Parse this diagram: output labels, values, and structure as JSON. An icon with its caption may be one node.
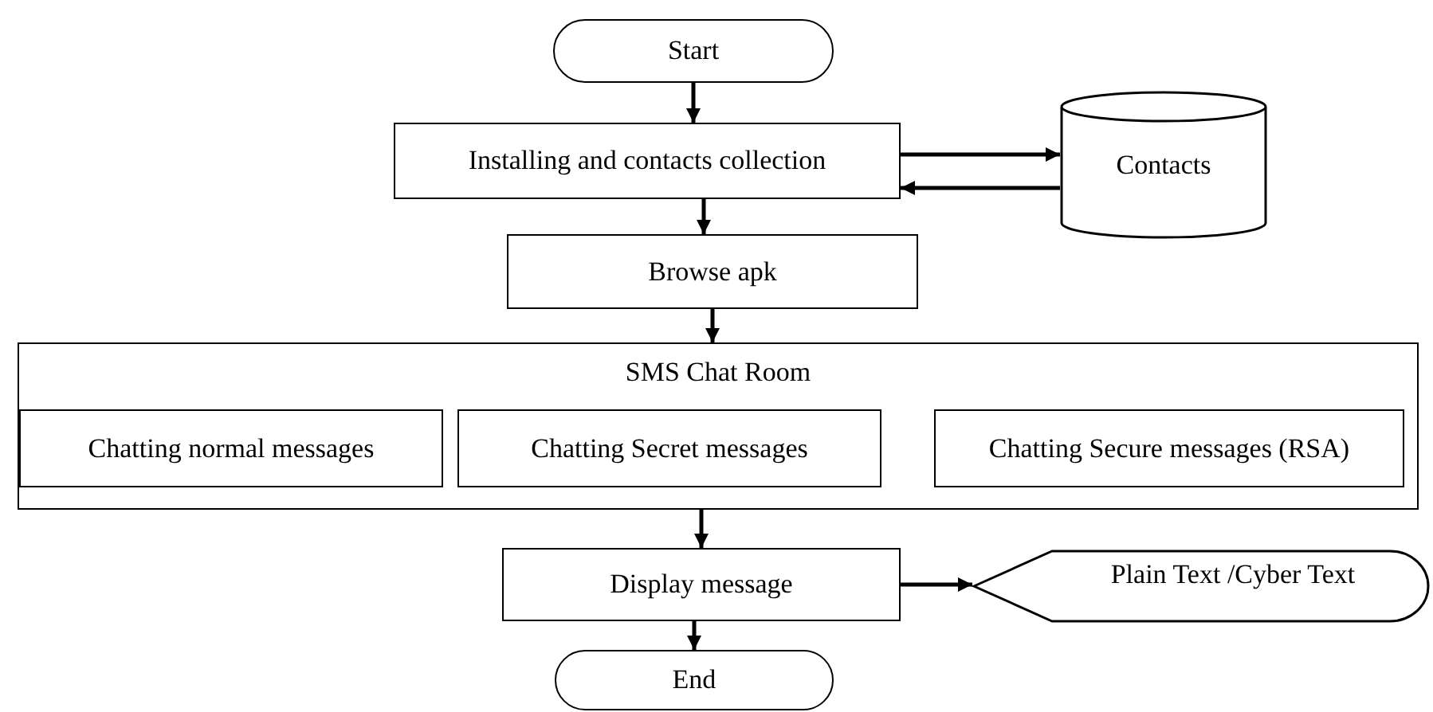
{
  "diagram": {
    "nodes": [
      {
        "text": [
          "Start"
        ]
      },
      {
        "text": [
          "Installing and contacts collection"
        ]
      },
      {
        "text": [
          "Contacts"
        ]
      },
      {
        "text": [
          "Browse apk"
        ]
      },
      {
        "text": [
          "SMS Chat Room"
        ]
      },
      {
        "text": [
          "Chatting normal messages"
        ],
        "in": 4
      },
      {
        "text": [
          "Chatting Secret messages"
        ],
        "in": 4
      },
      {
        "text": [
          "Chatting Secure messages (RSA)"
        ],
        "in": 4
      },
      {
        "text": [
          "Display message"
        ]
      },
      {
        "text": [
          "Plain Text /Cyber Text"
        ]
      },
      {
        "text": [
          "End"
        ]
      }
    ],
    "edges": [
      {
        "from": 0,
        "to": 1,
        "arrow": "to"
      },
      {
        "from": 1,
        "to": 2,
        "arrow": "to"
      },
      {
        "from": 2,
        "to": 1,
        "arrow": "to"
      },
      {
        "from": 1,
        "to": 3,
        "arrow": "to"
      },
      {
        "from": 3,
        "to": 4,
        "arrow": "to"
      },
      {
        "from": 4,
        "to": 8,
        "arrow": "to"
      },
      {
        "from": 8,
        "to": 9,
        "arrow": "to"
      },
      {
        "from": 8,
        "to": 10,
        "arrow": "to"
      }
    ]
  }
}
